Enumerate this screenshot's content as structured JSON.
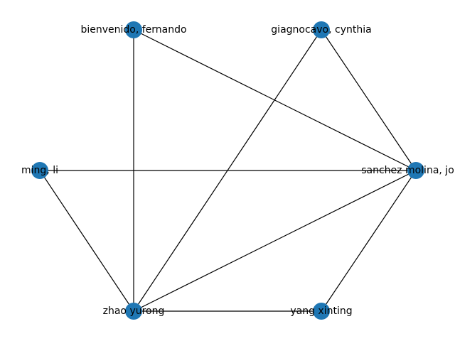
{
  "node_color": "#1f77b4",
  "edge_color": "#000000",
  "nodes": [
    {
      "id": "bienvenido",
      "label": "bienvenido, fernando"
    },
    {
      "id": "giagnocavo",
      "label": "giagnocavo, cynthia"
    },
    {
      "id": "ming",
      "label": "ming, li"
    },
    {
      "id": "sanchez",
      "label": "sanchez molina, jorge"
    },
    {
      "id": "zhao",
      "label": "zhao yurong"
    },
    {
      "id": "yang",
      "label": "yang xinting"
    }
  ],
  "edges": [
    [
      "bienvenido",
      "zhao"
    ],
    [
      "bienvenido",
      "sanchez"
    ],
    [
      "giagnocavo",
      "zhao"
    ],
    [
      "giagnocavo",
      "sanchez"
    ],
    [
      "ming",
      "sanchez"
    ],
    [
      "ming",
      "zhao"
    ],
    [
      "zhao",
      "sanchez"
    ],
    [
      "zhao",
      "yang"
    ],
    [
      "yang",
      "sanchez"
    ]
  ]
}
